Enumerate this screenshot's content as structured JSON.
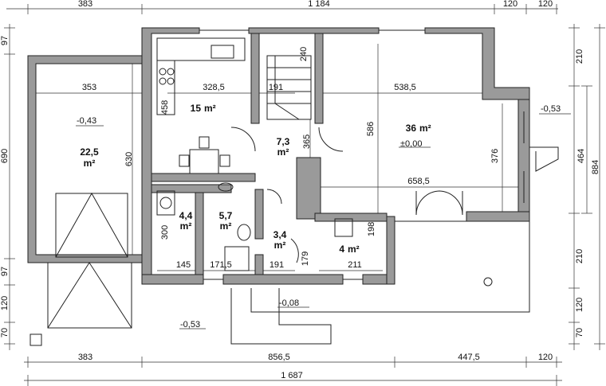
{
  "dimensions": {
    "top": [
      "383",
      "1 184",
      "120",
      "120"
    ],
    "bottom_inner": [
      "383",
      "856,5",
      "447,5",
      "120"
    ],
    "bottom_total": "1 687",
    "left": [
      "97",
      "690",
      "97",
      "120",
      "70"
    ],
    "right_inner": [
      "210",
      "376",
      "210",
      "120",
      "70"
    ],
    "right_mid": "464",
    "right_total": "884"
  },
  "interior": {
    "garage_width": "353",
    "garage_height": "630",
    "kitchen_width": "328,5",
    "kitchen_depth": "458",
    "stair_width": "191",
    "stair_length": "240",
    "hall_height": "365",
    "living_width": "538,5",
    "living_depth": "586",
    "living_full_width": "658,5",
    "boiler_width": "145",
    "bath_width": "171,5",
    "wc_width": "191",
    "wc_depth": "179",
    "laundry_width": "211",
    "laundry_depth": "198",
    "boiler_depth": "300"
  },
  "areas": {
    "garage": "22,5",
    "kitchen": "15",
    "hall": "7,3",
    "living": "36",
    "boiler": "4,4",
    "bathroom": "5,7",
    "wc": "3,4",
    "laundry": "4"
  },
  "unit": "m²",
  "levels": {
    "garage": "-0,43",
    "living": "±0,00",
    "terrace": "-0,53",
    "entrance": "-0,08",
    "drive": "-0,53"
  }
}
